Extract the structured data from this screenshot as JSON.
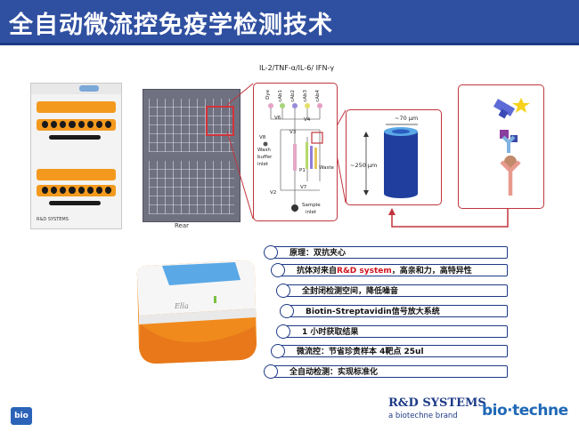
{
  "title": "全自动微流控免疫学检测技术",
  "figure": {
    "rear_label": "Rear",
    "channel_title": "IL-2/TNF-α/IL-6/ IFN-γ",
    "channel_top_labels": [
      "Dye",
      "cAb1",
      "cAb2",
      "cAb3",
      "cAb4"
    ],
    "channel_labels": {
      "v6": "V6",
      "v4": "V4",
      "v3": "V3",
      "v8": "V8",
      "v2": "V2",
      "v7": "V7",
      "p1": "P1",
      "wash": "Wash",
      "buffer": "buffer",
      "inlet": "inlet",
      "waste": "Waste",
      "sample": "Sample",
      "sample_inlet": "inlet"
    },
    "cylinder": {
      "width_label": "~70 µm",
      "height_label": "~250 µm"
    },
    "cartridge_footer": "R&D SYSTEMS"
  },
  "bullets": [
    {
      "text": "原理：双抗夹心"
    },
    {
      "prefix": "抗体对来自",
      "highlight": "R&D system",
      "suffix": "，高亲和力，高特异性"
    },
    {
      "text": "全封闭检测空间，降低噪音"
    },
    {
      "text": "Biotin-Streptavidin信号放大系统"
    },
    {
      "text": "1 小时获取结果"
    },
    {
      "text": "微流控：节省珍贵样本 4靶点 25ul"
    },
    {
      "text": "全自动检测：实现标准化"
    }
  ],
  "footer": {
    "left_logo": "bio",
    "rnd_name": "R&D SYSTEMS",
    "rnd_sub": "a biotechne brand",
    "biotechne": "bio·techne"
  },
  "colors": {
    "title_bg": "#2f4fa0",
    "accent_red": "#c0353d",
    "bullet_border": "#1d3a86",
    "orange": "#f39a1e"
  }
}
